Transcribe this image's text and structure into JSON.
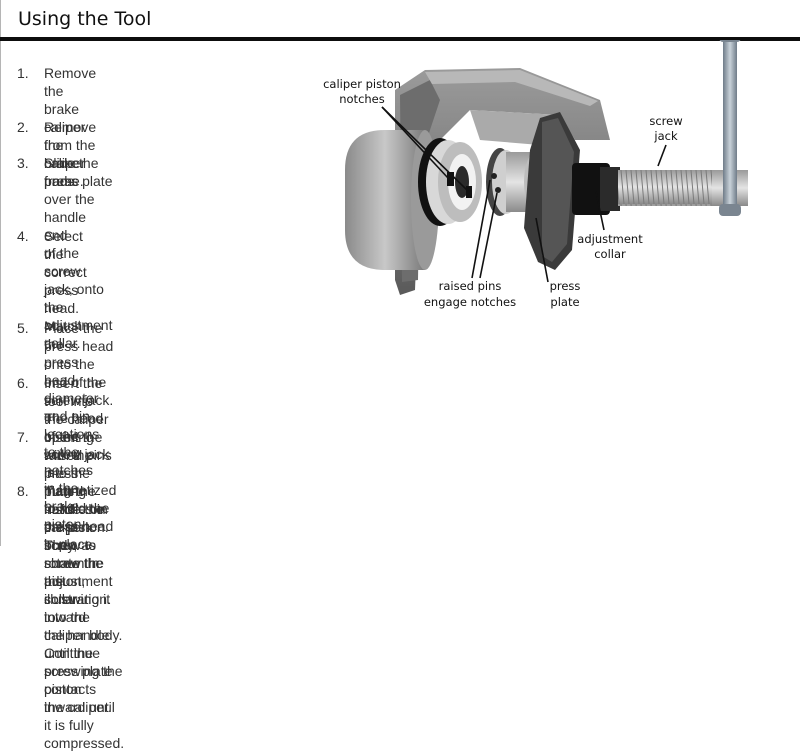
{
  "header": {
    "title": "Using the Tool"
  },
  "steps": [
    {
      "number": "1.",
      "text": "Remove the brake caliper from the\ncaliper frame."
    },
    {
      "number": "2.",
      "text": "Remove the brake pads."
    },
    {
      "number": "3.",
      "text": "Slide the press plate over the handle end\nof the screw jack, onto the adjustment\ncollar."
    },
    {
      "number": "4.",
      "text": "Select the correct press head.\nMatch the press head diameter and pin\nlocations to the notches in the brake\npiston."
    },
    {
      "number": "5.",
      "text": "Place the press head onto the end of the\nscrew jack.  The head of the screw jack is magnetized to hold the press head in place."
    },
    {
      "number": "6.",
      "text": "Insert the tool into the caliper opening with the press plate inside the caliper body, as shown in the\nillustration."
    },
    {
      "number": "7.",
      "text": "Insert the raised pins into the mating notches in the piston. Then screw the adjustment collar toward\nthe handle until the press plate contacts the caliper."
    },
    {
      "number": "8.",
      "text": "Turn the handle on the jack screw to rotate the piston, screwing it into the caliper body. Continue\nscrewing the piston inward until it is fully compressed."
    }
  ],
  "diagram": {
    "labels": {
      "caliper_piston_notches_1": "caliper piston",
      "caliper_piston_notches_2": "notches",
      "screw_jack_1": "screw",
      "screw_jack_2": "jack",
      "adjustment_collar_1": "adjustment",
      "adjustment_collar_2": "collar",
      "raised_pins_1": "raised pins",
      "raised_pins_2": "engage notches",
      "press_plate_1": "press",
      "press_plate_2": "plate"
    }
  }
}
